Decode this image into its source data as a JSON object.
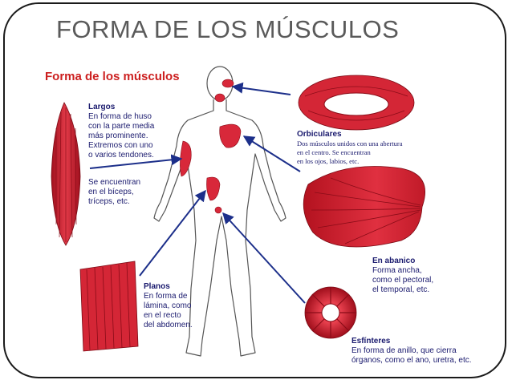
{
  "slide": {
    "title": "FORMA DE LOS MÚSCULOS"
  },
  "diagram": {
    "heading": "Forma de los músculos",
    "largos": {
      "title": "Largos",
      "lines": [
        "En forma de huso",
        "con la parte media",
        "más prominente.",
        "Extremos con uno",
        "o varios tendones."
      ]
    },
    "largos_ejemplo": {
      "lines": [
        "Se encuentran",
        "en el bíceps,",
        "tríceps, etc."
      ]
    },
    "planos": {
      "title": "Planos",
      "lines": [
        "En forma de",
        "lámina, como",
        "en el recto",
        "del abdomen."
      ]
    },
    "orbiculares": {
      "title": "Orbiculares",
      "lines": [
        "Dos músculos unidos con una abertura",
        "en el centro. Se encuentran",
        "en los ojos, labios, etc."
      ]
    },
    "abanico": {
      "title": "En abanico",
      "lines": [
        "Forma ancha,",
        "como el pectoral,",
        "el temporal, etc."
      ]
    },
    "esfinteres": {
      "title": "Esfínteres",
      "lines": [
        "En forma de anillo, que cierra",
        "órganos, como el ano, uretra, etc."
      ]
    }
  },
  "colors": {
    "muscle": "#d8283a",
    "muscle_dark": "#a0101e",
    "label_text": "#1a1a6e",
    "heading": "#cc1f1f",
    "arrow": "#1c2f8a"
  }
}
